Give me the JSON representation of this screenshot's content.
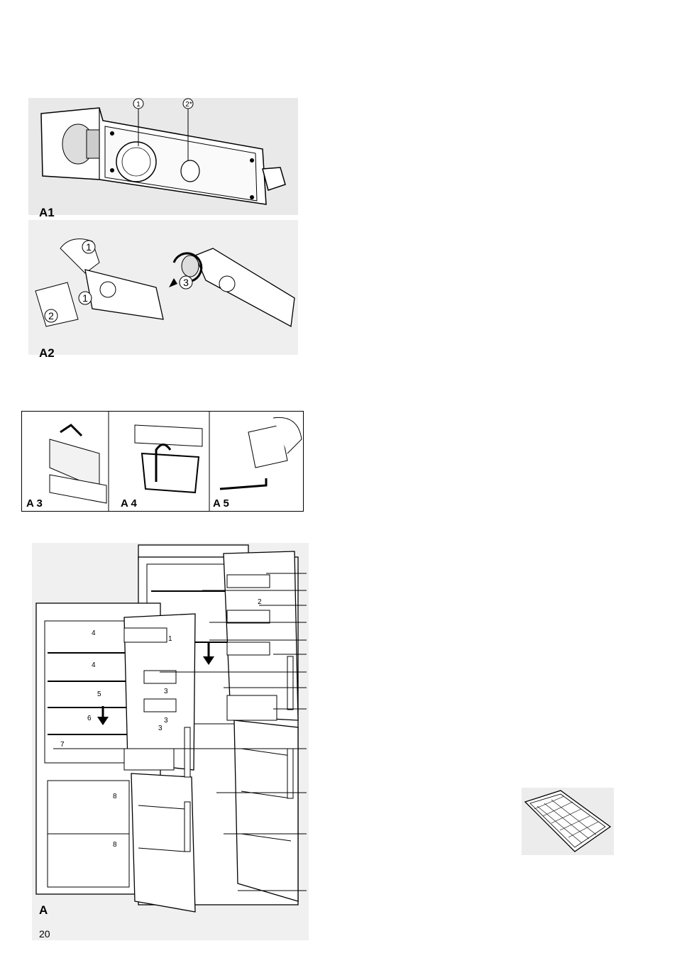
{
  "figures": {
    "a1": {
      "label": "A1",
      "callouts": [
        "1",
        "2*"
      ]
    },
    "a2": {
      "label": "A2",
      "callouts": [
        "1",
        "1",
        "2",
        "3"
      ]
    },
    "a3": {
      "label": "A 3"
    },
    "a4": {
      "label": "A 4"
    },
    "a5": {
      "label": "A 5"
    },
    "a": {
      "label": "A",
      "item_numbers": [
        "1",
        "2",
        "3",
        "3",
        "3",
        "4",
        "4",
        "5",
        "6",
        "7",
        "8",
        "8"
      ]
    }
  },
  "page_number": "20"
}
